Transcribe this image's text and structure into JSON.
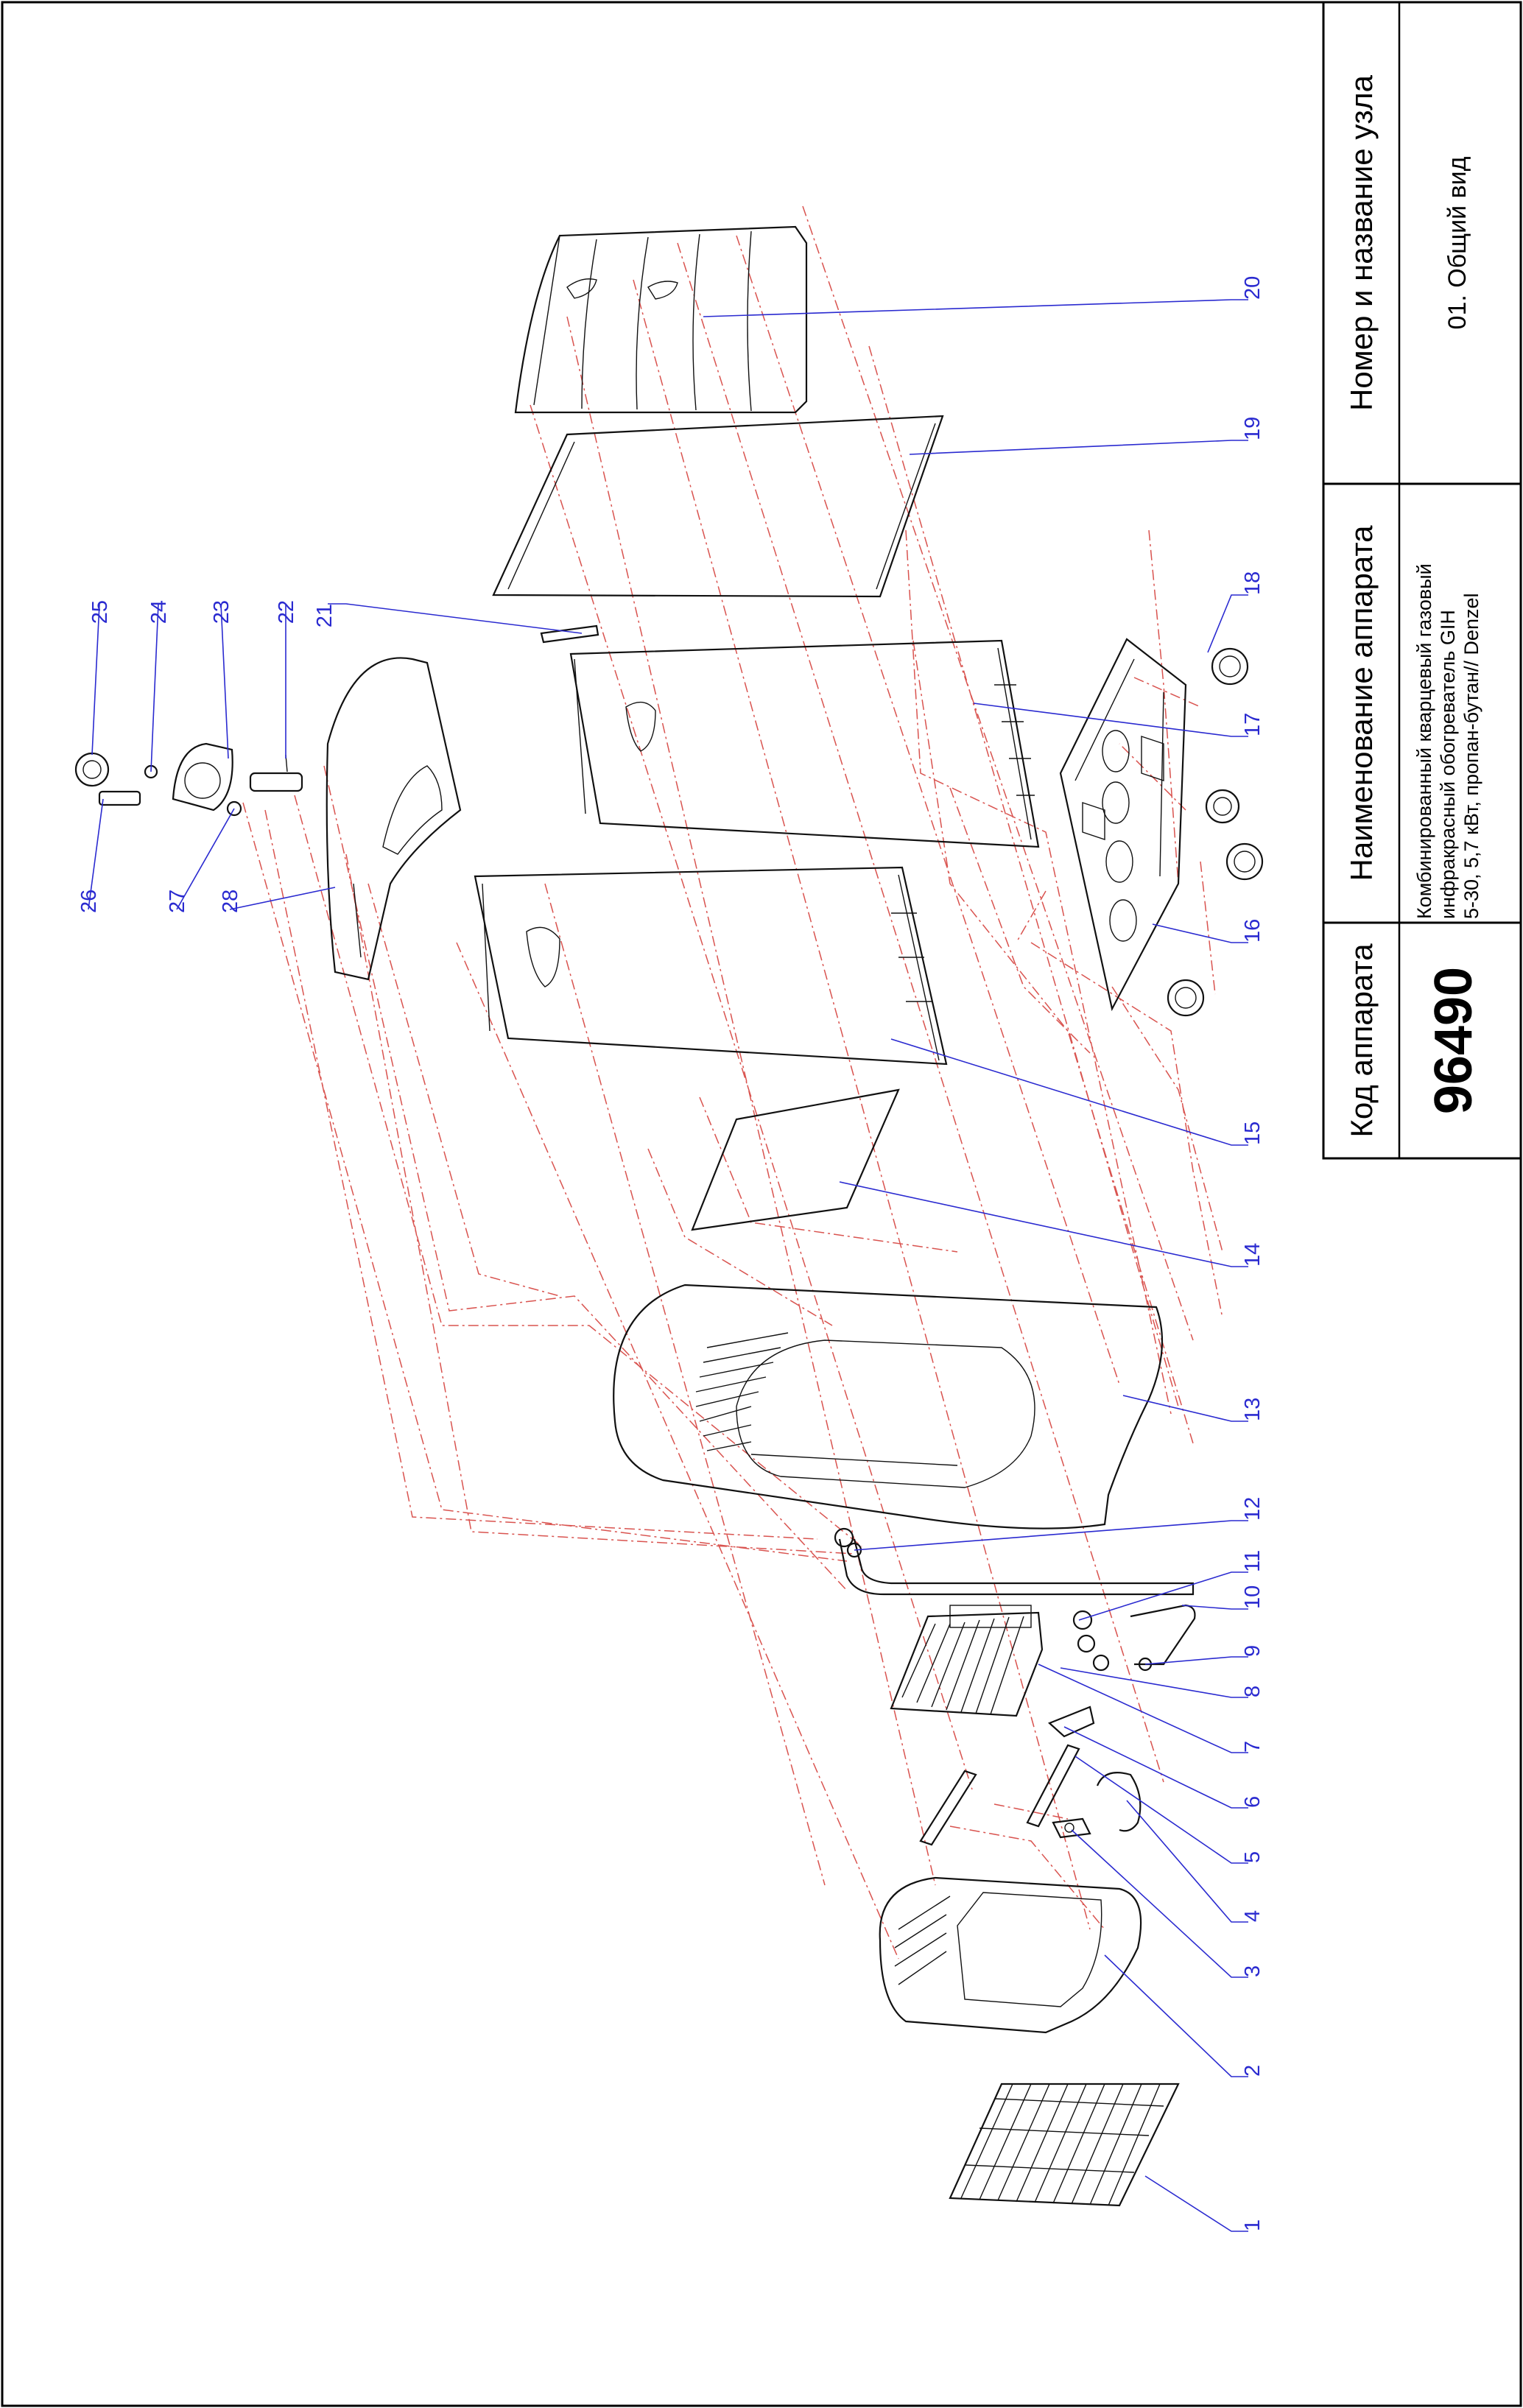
{
  "colors": {
    "leader": "#2a2ad0",
    "projection": "#d9534f",
    "outline": "#111111"
  },
  "title_block": {
    "code_header": "Код аппарата",
    "code_value": "96490",
    "device_header": "Наименование аппарата",
    "device_lines": [
      "Комбинированный кварцевый газовый",
      "инфракрасный обогреватель GIH",
      "5-30, 5,7 кВт, пропан-бутан// Denzel"
    ],
    "unit_header": "Номер и название узла",
    "unit_value": "01. Общий вид"
  },
  "callouts": [
    {
      "id": "1",
      "label": "1"
    },
    {
      "id": "2",
      "label": "2"
    },
    {
      "id": "3",
      "label": "3"
    },
    {
      "id": "4",
      "label": "4"
    },
    {
      "id": "5",
      "label": "5"
    },
    {
      "id": "6",
      "label": "6"
    },
    {
      "id": "7",
      "label": "7"
    },
    {
      "id": "8",
      "label": "8"
    },
    {
      "id": "9",
      "label": "9"
    },
    {
      "id": "10",
      "label": "10"
    },
    {
      "id": "11",
      "label": "11"
    },
    {
      "id": "12",
      "label": "12"
    },
    {
      "id": "13",
      "label": "13"
    },
    {
      "id": "14",
      "label": "14"
    },
    {
      "id": "15",
      "label": "15"
    },
    {
      "id": "16",
      "label": "16"
    },
    {
      "id": "17",
      "label": "17"
    },
    {
      "id": "18",
      "label": "18"
    },
    {
      "id": "19",
      "label": "19"
    },
    {
      "id": "20",
      "label": "20"
    },
    {
      "id": "21",
      "label": "21"
    },
    {
      "id": "22",
      "label": "22"
    },
    {
      "id": "23",
      "label": "23"
    },
    {
      "id": "24",
      "label": "24"
    },
    {
      "id": "25",
      "label": "25"
    },
    {
      "id": "26",
      "label": "26"
    },
    {
      "id": "27",
      "label": "27"
    },
    {
      "id": "28",
      "label": "28"
    }
  ]
}
